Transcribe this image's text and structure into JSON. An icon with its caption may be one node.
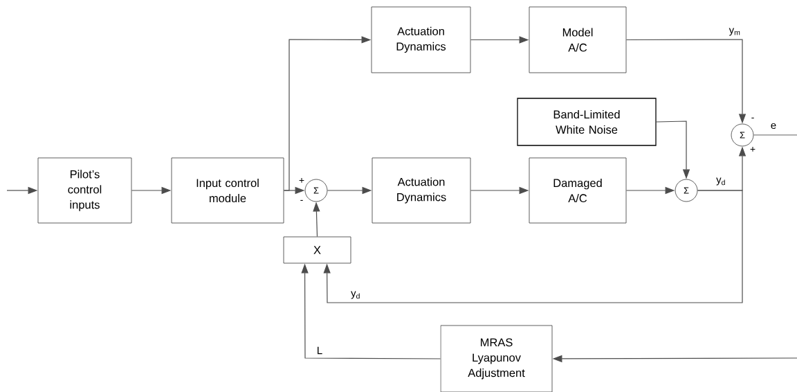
{
  "diagram": {
    "nodes": [
      {
        "text": [
          "Pilot’s control inputs"
        ]
      },
      {
        "text": [
          "Input control module"
        ]
      },
      {
        "text": [
          "Σ"
        ]
      },
      {
        "text": [
          "Actuation Dynamics"
        ]
      },
      {
        "text": [
          "Model A/C"
        ]
      },
      {
        "text": [
          "Band-Limited White Noise"
        ]
      },
      {
        "text": [
          "Actuation Dynamics"
        ]
      },
      {
        "text": [
          "Damaged A/C"
        ]
      },
      {
        "text": [
          "Σ"
        ]
      },
      {
        "text": [
          "Σ"
        ]
      },
      {
        "text": [
          "X"
        ]
      },
      {
        "text": [
          "MRAS Lyapunov Adjustment"
        ]
      }
    ],
    "edges": [
      {
        "from": null,
        "to": 0,
        "arrow": "to"
      },
      {
        "from": 0,
        "to": 1,
        "arrow": "to"
      },
      {
        "from": 1,
        "to": 2,
        "arrow": "to"
      },
      {
        "from": 1,
        "to": 3,
        "arrow": "to"
      },
      {
        "from": 2,
        "to": 6,
        "arrow": "to"
      },
      {
        "from": 3,
        "to": 4,
        "arrow": "to"
      },
      {
        "from": 6,
        "to": 7,
        "arrow": "to"
      },
      {
        "from": 7,
        "to": 8,
        "arrow": "to"
      },
      {
        "from": 5,
        "to": 8,
        "arrow": "to"
      },
      {
        "from": 4,
        "to": 9,
        "arrow": "to",
        "label": "y$_{m}$"
      },
      {
        "from": 8,
        "to": 9,
        "arrow": "to",
        "label": "y$_{d}$"
      },
      {
        "from": 8,
        "to": 10,
        "arrow": "to",
        "label": "y$_{d}$"
      },
      {
        "from": 9,
        "to": null,
        "arrow": "none",
        "label": "e"
      },
      {
        "from": null,
        "to": 11,
        "arrow": "to"
      },
      {
        "from": 11,
        "to": 10,
        "arrow": "to",
        "label": "L"
      },
      {
        "from": 10,
        "to": 2,
        "arrow": "to"
      }
    ],
    "labels": [
      "+",
      "-",
      "-",
      "+"
    ]
  }
}
